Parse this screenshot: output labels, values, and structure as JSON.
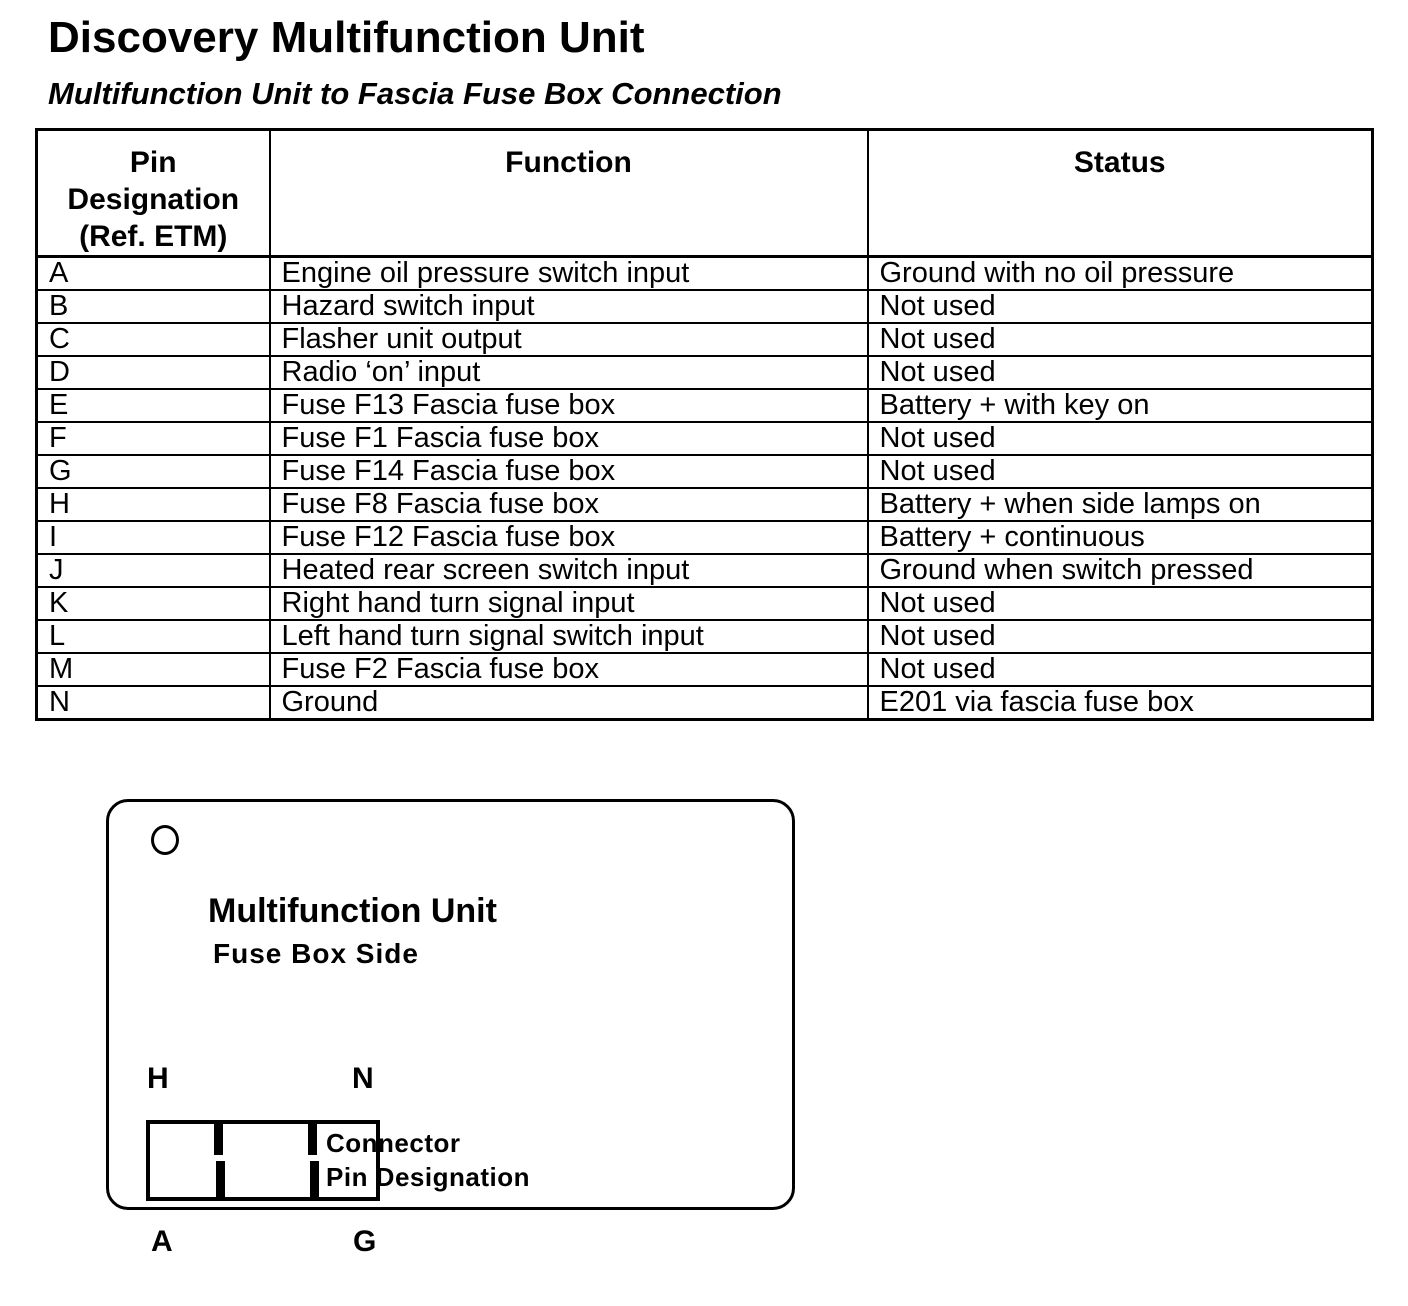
{
  "page": {
    "title": "Discovery Multifunction Unit",
    "subtitle": "Multifunction Unit to Fascia Fuse Box Connection"
  },
  "table": {
    "headers": {
      "pin": "Pin\nDesignation\n(Ref. ETM)",
      "function": "Function",
      "status": "Status"
    },
    "rows": [
      {
        "pin": "A",
        "function": "Engine oil pressure switch input",
        "status": "Ground with no oil pressure"
      },
      {
        "pin": "B",
        "function": "Hazard switch input",
        "status": "Not used"
      },
      {
        "pin": "C",
        "function": "Flasher unit output",
        "status": "Not used"
      },
      {
        "pin": "D",
        "function": "Radio ‘on’ input",
        "status": "Not used"
      },
      {
        "pin": "E",
        "function": "Fuse F13 Fascia fuse box",
        "status": "Battery + with  key on"
      },
      {
        "pin": "F",
        "function": "Fuse F1 Fascia fuse box",
        "status": "Not used"
      },
      {
        "pin": "G",
        "function": "Fuse F14 Fascia fuse box",
        "status": "Not used"
      },
      {
        "pin": "H",
        "function": "Fuse F8 Fascia fuse box",
        "status": "Battery + when side lamps on"
      },
      {
        "pin": "I",
        "function": "Fuse F12 Fascia fuse box",
        "status": "Battery + continuous"
      },
      {
        "pin": "J",
        "function": "Heated rear screen switch input",
        "status": "Ground when switch pressed"
      },
      {
        "pin": "K",
        "function": "Right hand turn signal input",
        "status": "Not used"
      },
      {
        "pin": "L",
        "function": "Left hand turn signal switch input",
        "status": "Not used"
      },
      {
        "pin": "M",
        "function": "Fuse F2 Fascia fuse box",
        "status": "Not used"
      },
      {
        "pin": "N",
        "function": "Ground",
        "status": "E201 via fascia fuse box"
      }
    ]
  },
  "diagram": {
    "unit_label": "Multifunction Unit",
    "side_label": "Fuse Box Side",
    "caption_line1": "Connector",
    "caption_line2": "Pin Designation",
    "pin_top_left": "H",
    "pin_top_right": "N",
    "pin_bottom_left": "A",
    "pin_bottom_right": "G"
  },
  "colors": {
    "ink": "#000000",
    "paper": "#ffffff"
  }
}
